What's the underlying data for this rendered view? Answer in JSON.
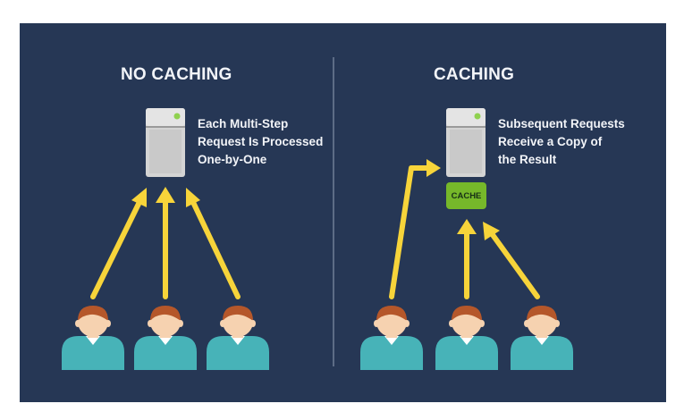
{
  "left": {
    "heading": "NO CACHING",
    "caption": [
      "Each Multi-Step",
      "Request Is Processed",
      "One-by-One"
    ]
  },
  "right": {
    "heading": "CACHING",
    "caption": [
      "Subsequent Requests",
      "Receive a Copy of",
      "the Result"
    ],
    "cache_label": "CACHE"
  },
  "colors": {
    "background": "#263755",
    "arrow": "#f7d43a",
    "cache": "#76b82a",
    "server": "#d4d4d4",
    "server_led": "#8fd14f",
    "user_shirt": "#47b3b8",
    "user_hair": "#b5572a",
    "user_skin": "#f6d2b0"
  },
  "icons": [
    "server-icon",
    "user-icon",
    "arrow-icon"
  ]
}
